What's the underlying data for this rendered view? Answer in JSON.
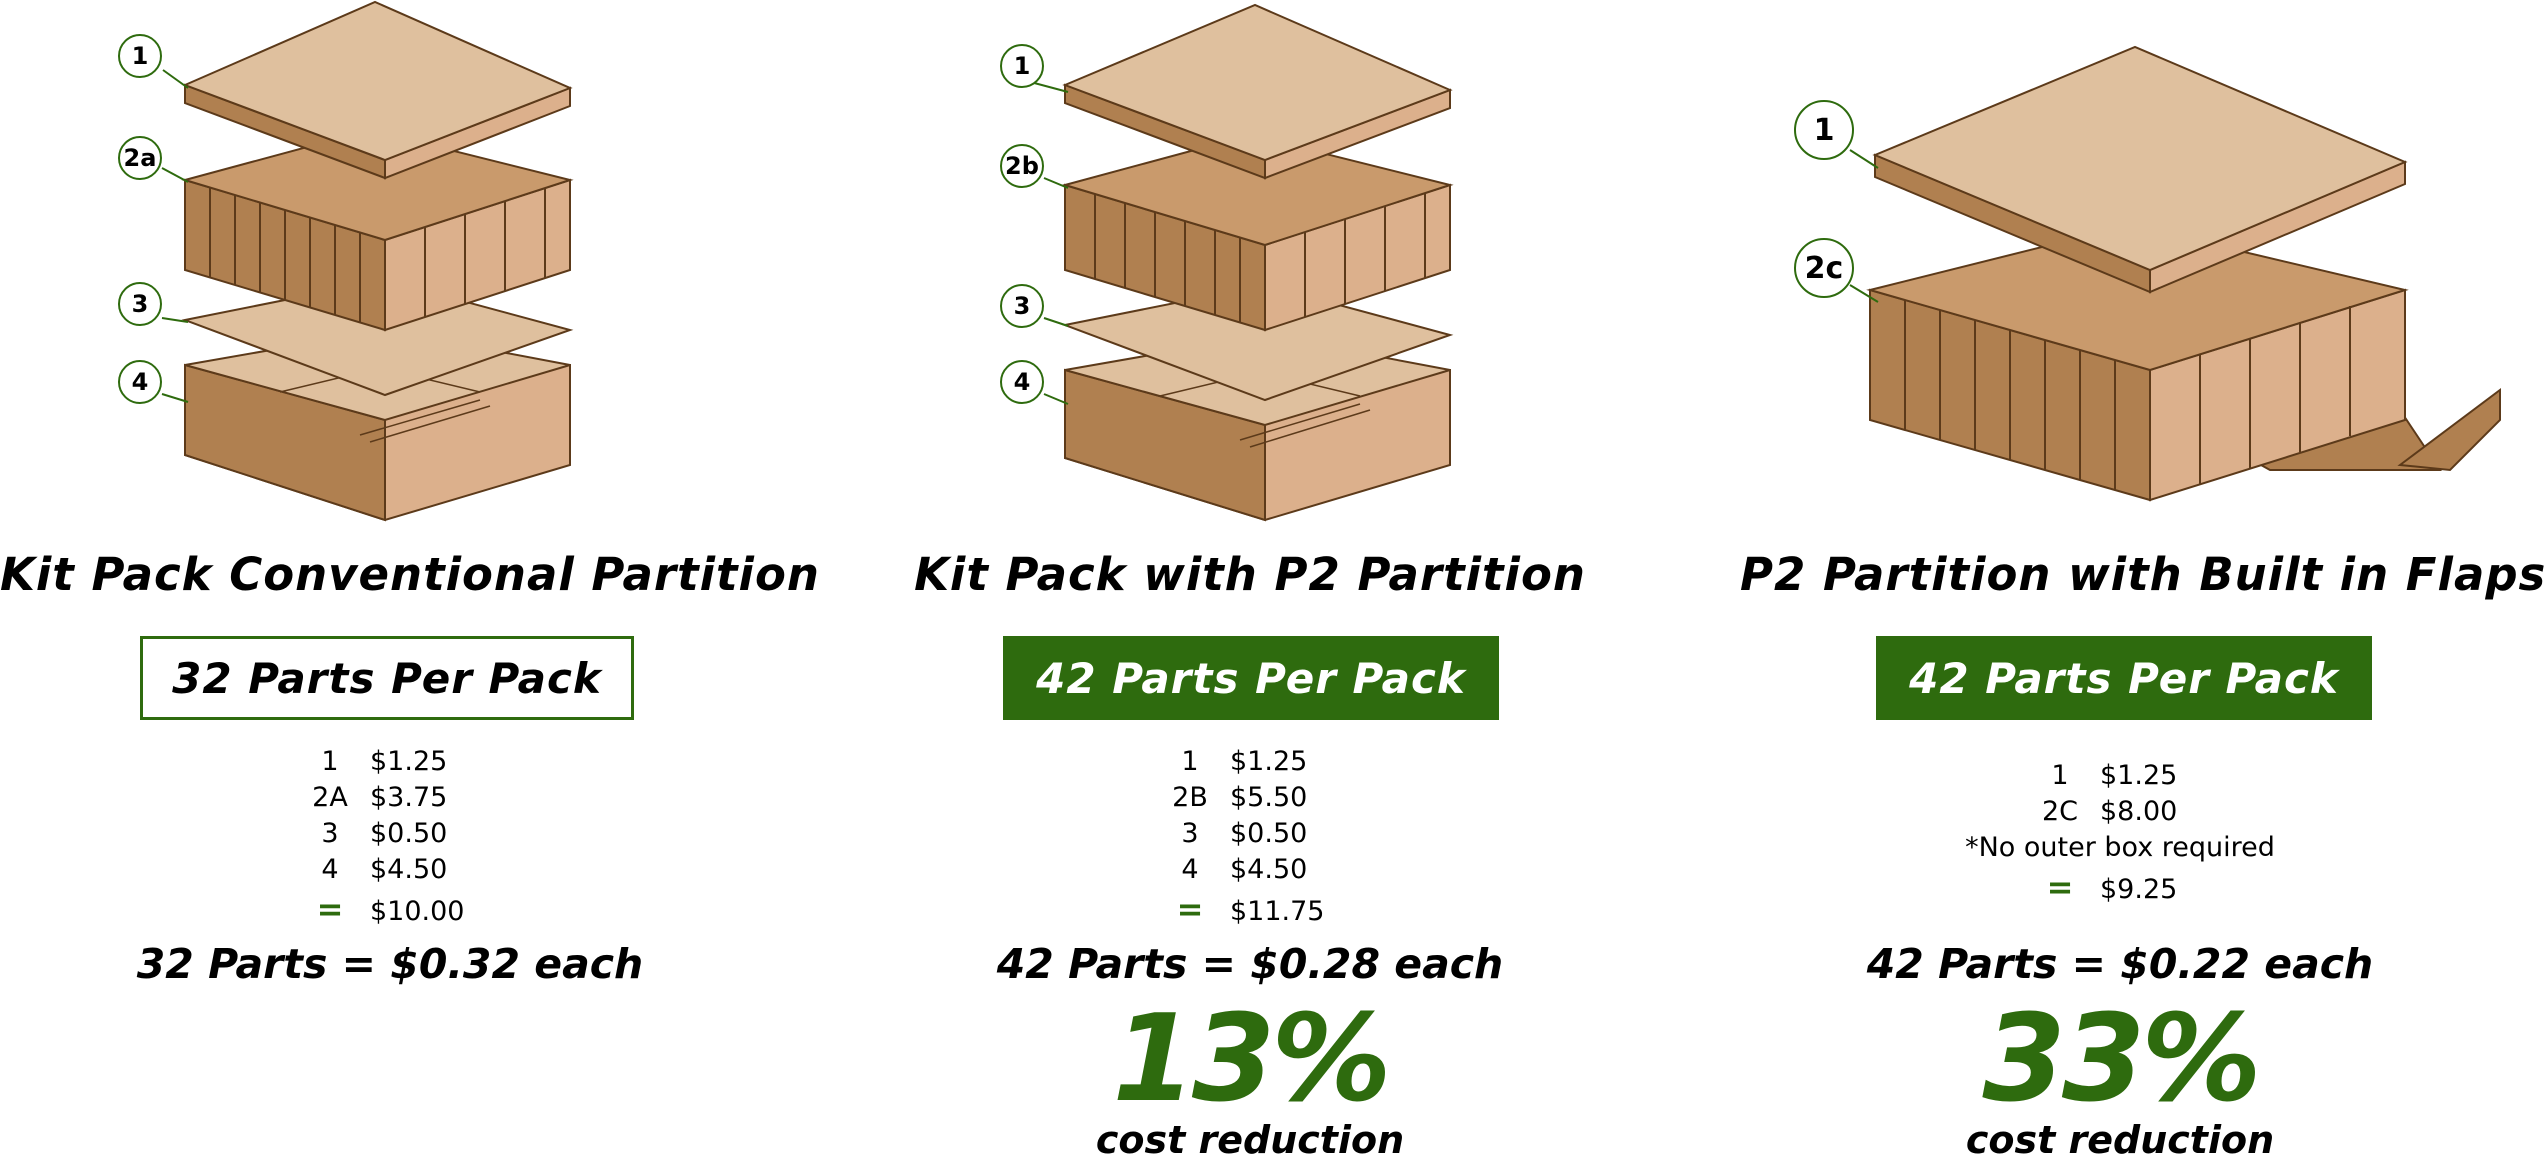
{
  "colors": {
    "green": "#2e6b0e",
    "cardboard_top": "#dfc09e",
    "cardboard_side": "#b08050",
    "cardboard_front": "#dcb08c"
  },
  "columns": [
    {
      "title": "Kit Pack Conventional Partition",
      "callouts": [
        "1",
        "2a",
        "3",
        "4"
      ],
      "badge": "32 Parts Per Pack",
      "costs": [
        {
          "code": "1",
          "price": "$1.25"
        },
        {
          "code": "2A",
          "price": "$3.75"
        },
        {
          "code": "3",
          "price": "$0.50"
        },
        {
          "code": "4",
          "price": "$4.50"
        }
      ],
      "total_symbol": "=",
      "total": "$10.00",
      "each": "32 Parts = $0.32 each"
    },
    {
      "title": "Kit Pack with P2 Partition",
      "callouts": [
        "1",
        "2b",
        "3",
        "4"
      ],
      "badge": "42 Parts Per Pack",
      "costs": [
        {
          "code": "1",
          "price": "$1.25"
        },
        {
          "code": "2B",
          "price": "$5.50"
        },
        {
          "code": "3",
          "price": "$0.50"
        },
        {
          "code": "4",
          "price": "$4.50"
        }
      ],
      "total_symbol": "=",
      "total": "$11.75",
      "each": "42 Parts = $0.28 each",
      "reduction": "13%",
      "reduction_label": "cost reduction"
    },
    {
      "title": "P2 Partition with Built in Flaps",
      "callouts": [
        "1",
        "2c"
      ],
      "badge": "42 Parts Per Pack",
      "costs": [
        {
          "code": "1",
          "price": "$1.25"
        },
        {
          "code": "2C",
          "price": "$8.00"
        }
      ],
      "note": "*No outer box required",
      "total_symbol": "=",
      "total": "$9.25",
      "each": "42 Parts = $0.22 each",
      "reduction": "33%",
      "reduction_label": "cost reduction"
    }
  ]
}
